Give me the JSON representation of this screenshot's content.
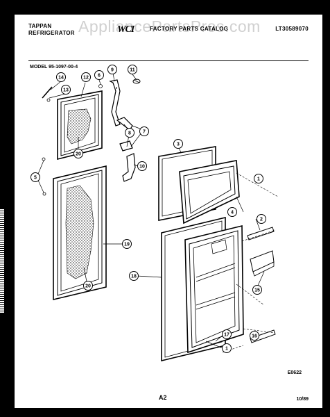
{
  "watermark": "AppliancePartsPros.com",
  "header": {
    "brand_line1": "TAPPAN",
    "brand_line2": "REFRIGERATOR",
    "logo": "WCI",
    "catalog_title": "FACTORY PARTS CATALOG",
    "catalog_code": "LT30589070"
  },
  "model_label": "MODEL 95-1097-00-4",
  "callouts": {
    "c1a": "1",
    "c1b": "1",
    "c2": "2",
    "c3": "3",
    "c4": "4",
    "c5": "5",
    "c6": "6",
    "c7": "7",
    "c8": "8",
    "c9": "9",
    "c10": "10",
    "c11": "11",
    "c12": "12",
    "c13": "13",
    "c14": "14",
    "c15": "15",
    "c16": "16",
    "c17": "17",
    "c18": "18",
    "c19": "19",
    "c20a": "20",
    "c20b": "20"
  },
  "footer": {
    "drawing_code": "E0622",
    "page": "A2",
    "date": "10/89"
  }
}
